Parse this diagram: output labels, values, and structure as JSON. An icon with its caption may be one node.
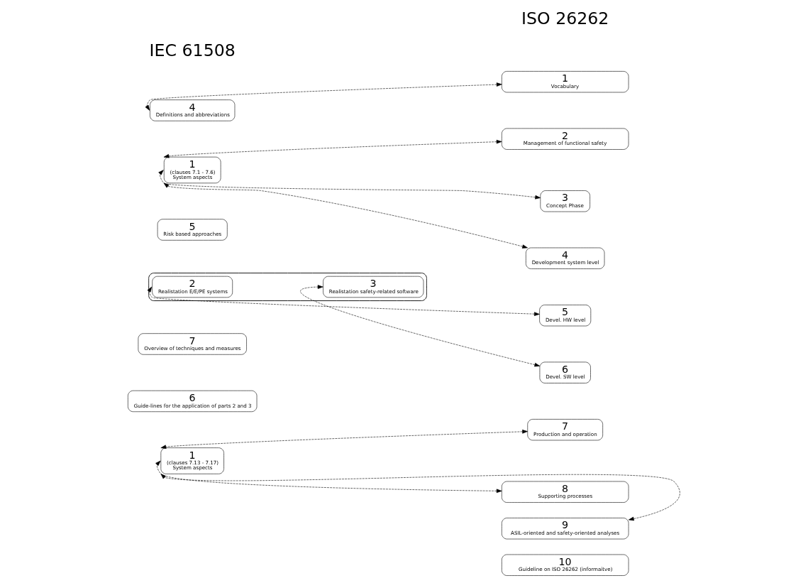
{
  "diagram": {
    "nodes": [
      {
        "text": [
          "1",
          "Vocabulary"
        ]
      },
      {
        "text": [
          "2",
          "Management of functional safety"
        ]
      },
      {
        "text": [
          "3",
          "Concept Phase"
        ]
      },
      {
        "text": [
          "4",
          "Development system level"
        ]
      },
      {
        "text": [
          "5",
          "Devel. HW level"
        ]
      },
      {
        "text": [
          "6",
          "Devel. SW level"
        ]
      },
      {
        "text": [
          "7",
          "Production and operation"
        ]
      },
      {
        "text": [
          "8",
          "Supporting processes"
        ]
      },
      {
        "text": [
          "9",
          "ASIL-oriented and safety-oriented analyses"
        ]
      },
      {
        "text": [
          "10",
          "Guideline on ISO 26262 (informaitve)"
        ]
      },
      {
        "text": [
          "4",
          "Definitions and abbreviations"
        ]
      },
      {
        "text": [
          "1",
          "(clauses 7.1 - 7.6)",
          "System aspects"
        ]
      },
      {
        "text": [
          "5",
          "Risk based approaches"
        ]
      },
      {
        "text": [],
        "shape": "box"
      },
      {
        "text": [
          "2",
          "Realistation E/E/PE systems"
        ],
        "in": 13
      },
      {
        "text": [
          "3",
          "Realistation safety-related software"
        ],
        "in": 13
      },
      {
        "text": [
          "7",
          "Overview of techniques and measures"
        ]
      },
      {
        "text": [
          "6",
          "Guide-lines for the application of parts 2 and 3"
        ]
      },
      {
        "text": [
          "1",
          "(clauses 7.13 - 7.17)",
          "System aspects"
        ]
      }
    ],
    "edges": [
      {
        "from": 0,
        "to": 10,
        "arrow": "both",
        "style": "dashed"
      },
      {
        "from": 1,
        "to": 11,
        "arrow": "both",
        "style": "dashed"
      },
      {
        "from": 2,
        "to": 11,
        "arrow": "both",
        "style": "dashed"
      },
      {
        "from": 3,
        "to": 11,
        "arrow": "both",
        "style": "dashed"
      },
      {
        "from": 4,
        "to": 14,
        "arrow": "both",
        "style": "dashed"
      },
      {
        "from": 5,
        "to": 15,
        "arrow": "both",
        "style": "dashed"
      },
      {
        "from": 6,
        "to": 18,
        "arrow": "both",
        "style": "dashed"
      },
      {
        "from": 7,
        "to": 18,
        "arrow": "both",
        "style": "dashed"
      },
      {
        "from": 8,
        "to": 18,
        "arrow": "both",
        "style": "dashed"
      }
    ],
    "labels": [
      "ISO 26262",
      "IEC 61508"
    ]
  }
}
